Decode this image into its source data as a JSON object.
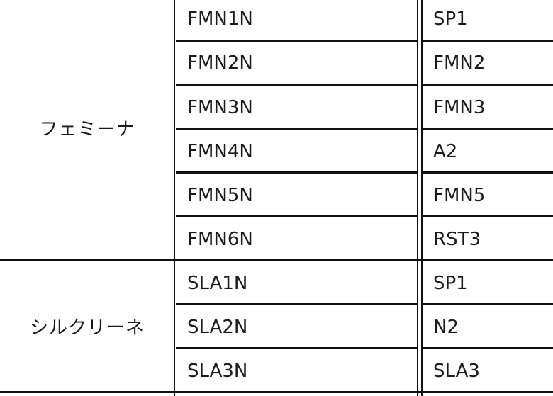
{
  "groups": [
    {
      "name": "フェミーナ",
      "rows": [
        {
          "code": "FMN1N",
          "value": "SP1"
        },
        {
          "code": "FMN2N",
          "value": "FMN2"
        },
        {
          "code": "FMN3N",
          "value": "FMN3"
        },
        {
          "code": "FMN4N",
          "value": "A2"
        },
        {
          "code": "FMN5N",
          "value": "FMN5"
        },
        {
          "code": "FMN6N",
          "value": "RST3"
        }
      ]
    },
    {
      "name": "シルクリーネ",
      "rows": [
        {
          "code": "SLA1N",
          "value": "SP1"
        },
        {
          "code": "SLA2N",
          "value": "N2"
        },
        {
          "code": "SLA3N",
          "value": "SLA3"
        }
      ]
    }
  ]
}
